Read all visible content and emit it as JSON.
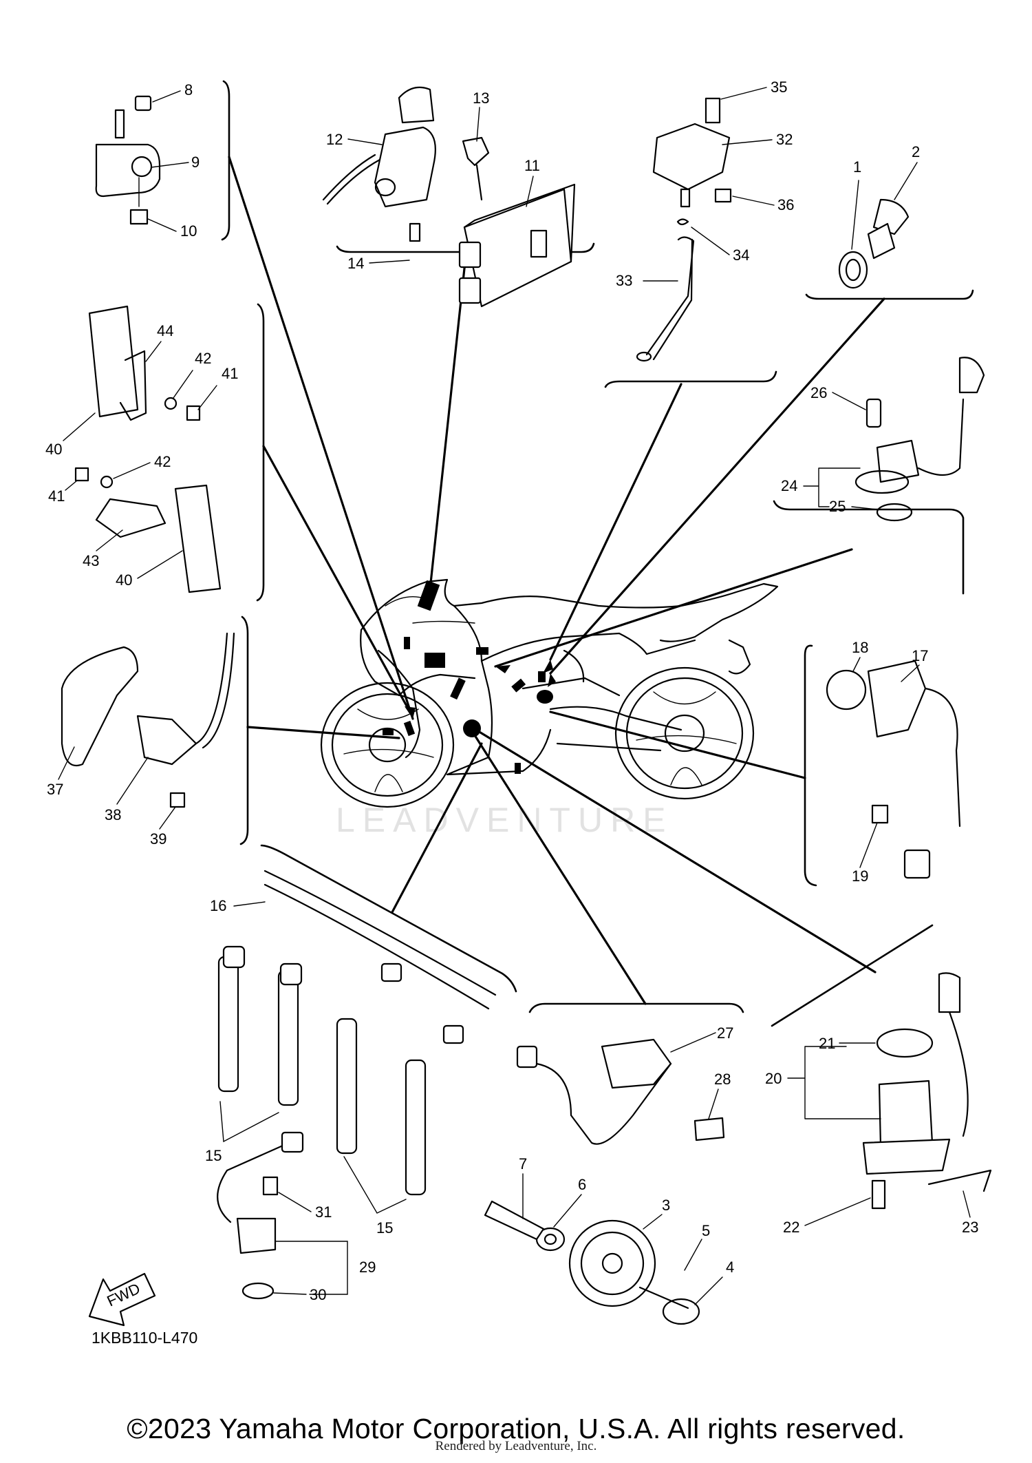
{
  "diagram": {
    "drawing_code": "1KBB110-L470",
    "direction_label": "FWD",
    "watermark": "LEADVENTURE",
    "callouts": [
      "1",
      "2",
      "3",
      "4",
      "5",
      "6",
      "7",
      "8",
      "9",
      "10",
      "11",
      "12",
      "13",
      "14",
      "15",
      "15",
      "15",
      "16",
      "17",
      "18",
      "19",
      "20",
      "21",
      "22",
      "23",
      "24",
      "25",
      "26",
      "27",
      "28",
      "29",
      "30",
      "31",
      "32",
      "33",
      "34",
      "35",
      "36",
      "37",
      "38",
      "39",
      "40",
      "40",
      "41",
      "41",
      "42",
      "42",
      "43",
      "44"
    ]
  },
  "footer": {
    "copyright": "©2023 Yamaha Motor Corporation, U.S.A. All rights reserved.",
    "rendered_by": "Rendered by Leadventure, Inc."
  }
}
